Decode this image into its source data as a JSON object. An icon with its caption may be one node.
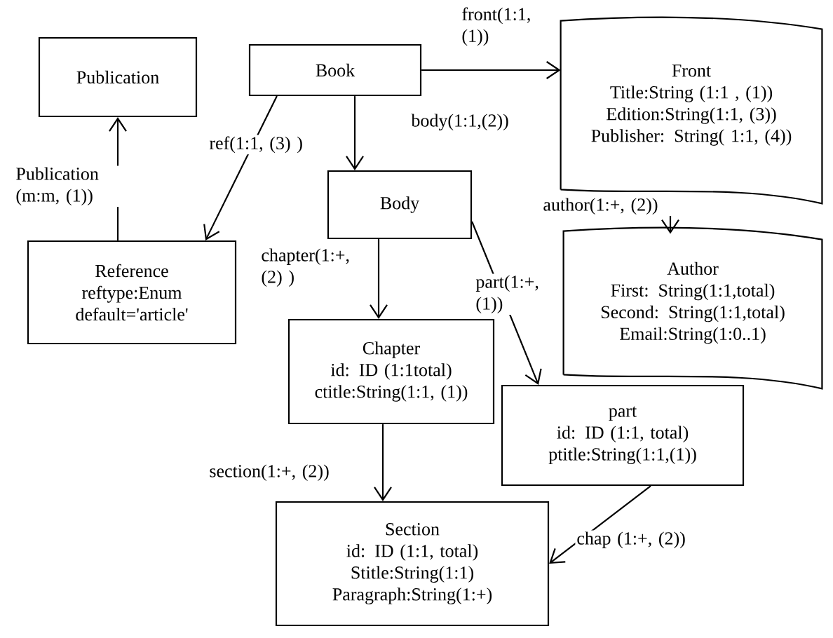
{
  "diagram": {
    "nodes": [
      {
        "text": [
          "Publication"
        ]
      },
      {
        "text": [
          "Book"
        ]
      },
      {
        "text": [
          "Front",
          "Title:String (1:1 , (1))",
          "Edition:String(1:1, (3))",
          "Publisher: String( 1:1, (4))"
        ]
      },
      {
        "text": [
          "Body"
        ]
      },
      {
        "text": [
          "Reference",
          "reftype:Enum",
          "default='article'"
        ]
      },
      {
        "text": [
          "Author",
          "First: String(1:1,total)",
          "Second: String(1:1,total)",
          "Email:String(1:0..1)"
        ]
      },
      {
        "text": [
          "Chapter",
          "id: ID (1:1total)",
          "ctitle:String(1:1, (1))"
        ]
      },
      {
        "text": [
          "part",
          "id: ID (1:1, total)",
          "ptitle:String(1:1,(1))"
        ]
      },
      {
        "text": [
          "Section",
          "id: ID (1:1, total)",
          "Stitle:String(1:1)",
          "Paragraph:String(1:+)"
        ]
      }
    ],
    "edges": [
      {
        "from": 1,
        "to": 2,
        "arrow": "to",
        "label": "front(1:1, (1))"
      },
      {
        "from": 1,
        "to": 3,
        "arrow": "to",
        "label": "body(1:1,(2))"
      },
      {
        "from": 1,
        "to": 4,
        "arrow": "to",
        "label": "ref(1:1, (3) )"
      },
      {
        "from": 4,
        "to": 0,
        "arrow": "to",
        "label": "Publication (m:m, (1))"
      },
      {
        "from": 2,
        "to": 5,
        "arrow": "to",
        "label": "author(1:+, (2))"
      },
      {
        "from": 3,
        "to": 6,
        "arrow": "to",
        "label": "chapter(1:+, (2) )"
      },
      {
        "from": 3,
        "to": 7,
        "arrow": "to",
        "label": "part(1:+, (1))"
      },
      {
        "from": 6,
        "to": 8,
        "arrow": "to",
        "label": "section(1:+, (2))"
      },
      {
        "from": 7,
        "to": 8,
        "arrow": "to",
        "label": "chap (1:+, (2))"
      }
    ]
  }
}
